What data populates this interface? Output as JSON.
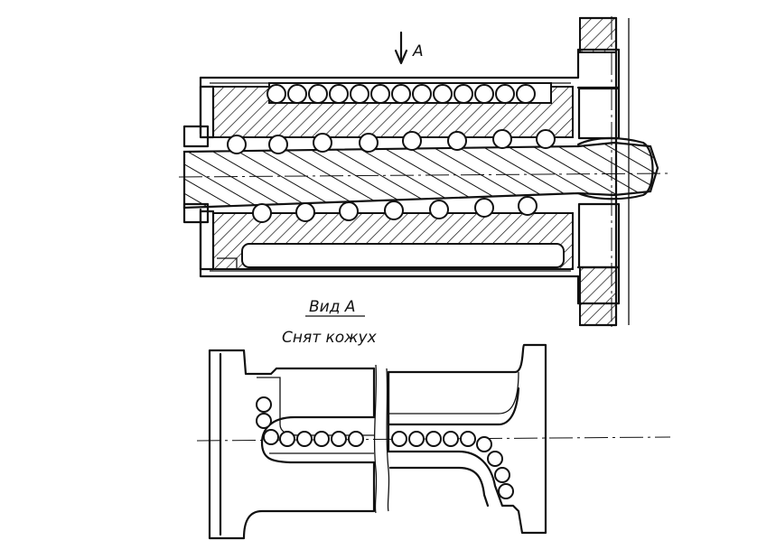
{
  "labels": {
    "arrow_label": "A",
    "view_title": "Вид А",
    "view_note": "Снят кожух"
  }
}
